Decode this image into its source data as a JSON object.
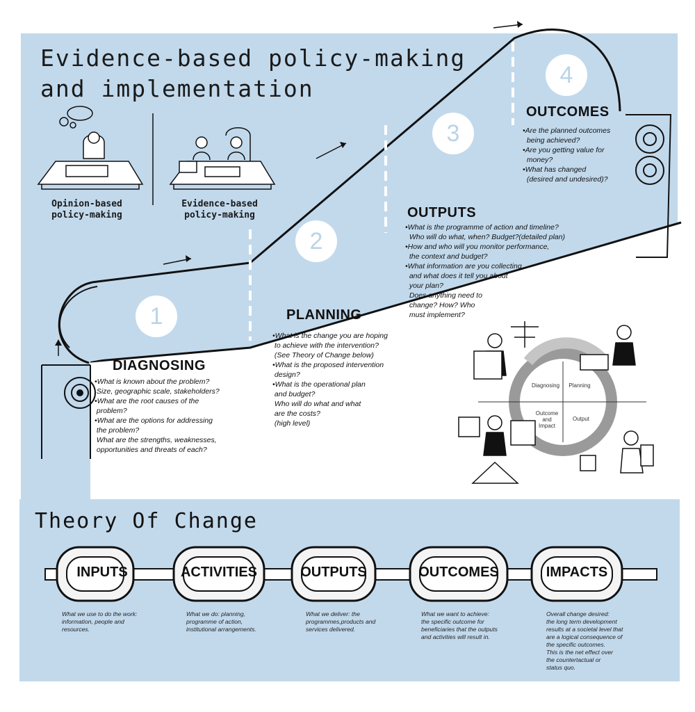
{
  "title": {
    "line1": "Evidence-based policy-making",
    "line2": "and implementation"
  },
  "comparison": {
    "left_label": "Opinion-based\npolicy-making",
    "right_label": "Evidence-based\npolicy-making"
  },
  "stages": [
    {
      "number": "1",
      "title": "DIAGNOSING",
      "lines": [
        "•What is known about the problem?",
        " Size, geographic scale, stakeholders?",
        "•What are the root causes of the",
        " problem?",
        "•What are the options for addressing",
        " the problem?",
        " What are the strengths, weaknesses,",
        " opportunities and threats of each?"
      ]
    },
    {
      "number": "2",
      "title": "PLANNING",
      "lines": [
        "•What is the change you are hoping",
        " to achieve with the intervention?",
        " (See Theory of Change below)",
        "•What is the proposed intervention",
        " design?",
        "•What is the operational plan",
        " and budget?",
        " Who will do what and what",
        " are the costs?",
        " (high level)"
      ]
    },
    {
      "number": "3",
      "title": "OUTPUTS",
      "lines": [
        "•What is the programme of action and timeline?",
        "  Who will do what, when? Budget?(detailed plan)",
        "•How and who will you monitor performance,",
        "  the context and budget?",
        "•What information are you collecting",
        "  and what does it tell you about",
        "  your plan?",
        "  Does anything need to",
        "  change? How? Who",
        "  must implement?"
      ]
    },
    {
      "number": "4",
      "title": "OUTCOMES",
      "lines": [
        "•Are the planned outcomes",
        "  being achieved?",
        "•Are you getting value for",
        "  money?",
        "•What has changed",
        "  (desired and undesired)?"
      ]
    }
  ],
  "cycle": {
    "quadrants": [
      "Diagnosing",
      "Planning",
      "Outcome\nand\nImpact",
      "Output"
    ]
  },
  "theory_of_change": {
    "title": "Theory Of Change",
    "links": [
      {
        "label": "INPUTS",
        "description": "What we use to do the work:\ninformation, people and\nresources."
      },
      {
        "label": "ACTIVITIES",
        "description": "What we do: planning,\nprogramme of action,\ninstitutional arrangements."
      },
      {
        "label": "OUTPUTS",
        "description": "What we deliver: the\nprogrammes,products and\nservices delivered."
      },
      {
        "label": "OUTCOMES",
        "description": "What we want to achieve:\nthe specific outcome for\nbeneficiaries that the outputs\nand activities will result in."
      },
      {
        "label": "IMPACTS",
        "description": "Overall change desired:\nthe long term development\nresults at a societal level that\nare a logical consequence of\nthe specific outcomes.\nThis is the net effect over\nthe countertactual or\nstatus quo."
      }
    ]
  },
  "colors": {
    "background_blue": "#c2d9ec",
    "ink": "#1a1a1a",
    "number_text": "#b9d4e8"
  }
}
